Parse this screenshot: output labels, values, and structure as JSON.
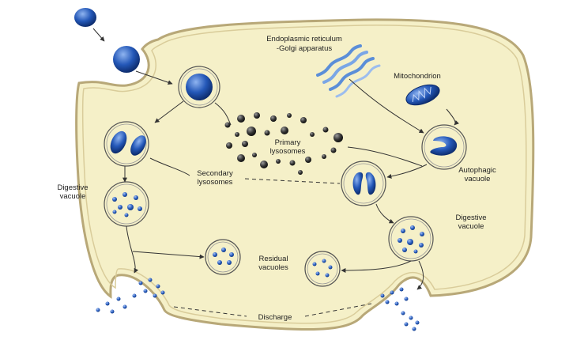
{
  "labels": {
    "er_golgi_1": "Endoplasmic reticulum",
    "er_golgi_2": "-Golgi apparatus",
    "mitochondrion": "Mitochondrion",
    "primary_1": "Primary",
    "primary_2": "lysosomes",
    "secondary_1": "Secondary",
    "secondary_2": "lysosomes",
    "autophagic_1": "Autophagic",
    "autophagic_2": "vacuole",
    "digestive_left_1": "Digestive",
    "digestive_left_2": "vacuole",
    "digestive_right_1": "Digestive",
    "digestive_right_2": "vacuole",
    "residual_1": "Residual",
    "residual_2": "vacuoles",
    "discharge": "Discharge"
  },
  "colors": {
    "cytoplasm": "#f5f0c8",
    "membrane": "#b8a878",
    "particle_blue": "#1e4fa8",
    "lysosome_dark": "#2a2a2a"
  }
}
